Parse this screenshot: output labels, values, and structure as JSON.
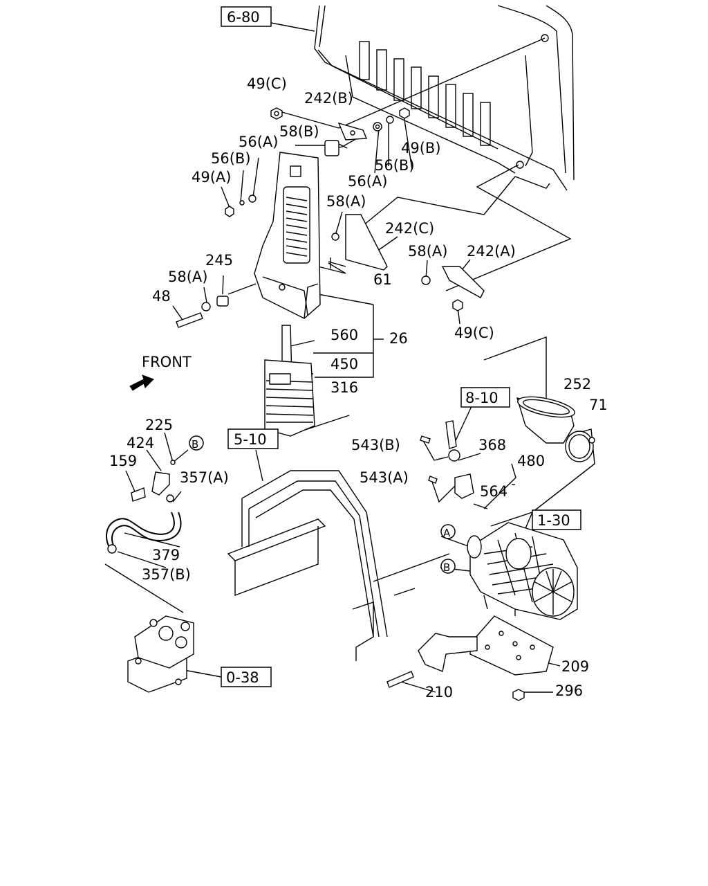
{
  "refs": {
    "r680": "6-80",
    "r810": "8-10",
    "r510": "5-10",
    "r130": "1-30",
    "r038": "0-38"
  },
  "front": "FRONT",
  "circles": {
    "a": "A",
    "b": "B"
  },
  "labels": {
    "p49c_top": "49(C)",
    "p242b": "242(B)",
    "p58b": "58(B)",
    "p56a_left": "56(A)",
    "p56b_left": "56(B)",
    "p49a": "49(A)",
    "p49b": "49(B)",
    "p56b_right": "56(B)",
    "p56a_right": "56(A)",
    "p58a_mid": "58(A)",
    "p242c": "242(C)",
    "p245": "245",
    "p58a_left": "58(A)",
    "p61": "61",
    "p58a_right": "58(A)",
    "p242a": "242(A)",
    "p48": "48",
    "p49c_right": "49(C)",
    "p560": "560",
    "p26": "26",
    "p450": "450",
    "p316": "316",
    "p252": "252",
    "p71": "71",
    "p225": "225",
    "p424": "424",
    "p159": "159",
    "p357a": "357(A)",
    "p543b": "543(B)",
    "p368": "368",
    "p480": "480",
    "p543a": "543(A)",
    "p564": "564",
    "p379": "379",
    "p357b": "357(B)",
    "p209": "209",
    "p210": "210",
    "p296": "296"
  }
}
